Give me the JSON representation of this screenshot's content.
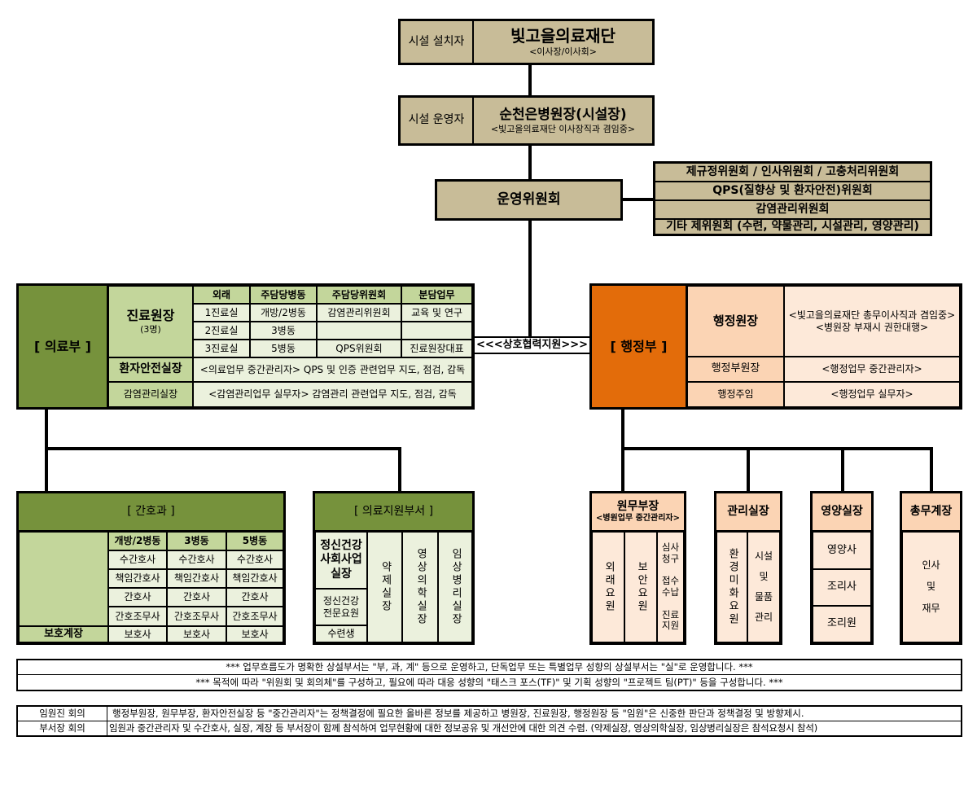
{
  "top": {
    "founder_label": "시설 설치자",
    "founder_name": "빛고을의료재단",
    "founder_sub": "<이사장/이사회>",
    "operator_label": "시설 운영자",
    "operator_name": "순천은병원장(시설장)",
    "operator_sub": "<빛고을의료재단 이사장직과 겸임중>",
    "committee": "운영위원회",
    "committees": [
      "제규정위원회 / 인사위원회 / 고충처리위원회",
      "QPS(질향상 및 환자안전)위원회",
      "감염관리위원회",
      "기타 제위원회 (수련, 약물관리, 시설관리, 영양관리)"
    ]
  },
  "medical": {
    "title": "[ 의료부 ]",
    "director": "진료원장",
    "director_count": "(3명)",
    "headers": [
      "외래",
      "주담당병동",
      "주담당위원회",
      "분담업무"
    ],
    "rows": [
      [
        "1진료실",
        "개방/2병동",
        "감염관리위원회",
        "교육 및 연구"
      ],
      [
        "2진료실",
        "3병동",
        "",
        ""
      ],
      [
        "3진료실",
        "5병동",
        "QPS위원회",
        "진료원장대표"
      ]
    ],
    "safety_title": "환자안전실장",
    "safety_desc": "<의료업무 중간관리자> QPS 및 인증 관련업무 지도, 점검, 감독",
    "infection_title": "감염관리실장",
    "infection_desc": "<감염관리업무 실무자> 감염관리 관련업무 지도, 점검, 감독"
  },
  "cooperation": "<<<상호협력지원>>>",
  "admin": {
    "title": "[ 행정부 ]",
    "director": "행정원장",
    "director_desc": "<빛고을의료재단 총무이사직과 겸임중>\n<병원장 부재시 권한대행>",
    "deputy": "행정부원장",
    "deputy_desc": "<행정업무 중간관리자>",
    "staff": "행정주임",
    "staff_desc": "<행정업무 실무자>"
  },
  "nursing": {
    "title": "[ 간호과 ]",
    "wards": [
      "개방/2병동",
      "3병동",
      "5병동"
    ],
    "rows": [
      [
        "수간호사",
        "수간호사",
        "수간호사"
      ],
      [
        "책임간호사",
        "책임간호사",
        "책임간호사"
      ],
      [
        "간호사",
        "간호사",
        "간호사"
      ],
      [
        "간호조무사",
        "간호조무사",
        "간호조무사"
      ],
      [
        "보호사",
        "보호사",
        "보호사"
      ]
    ],
    "guard_chief": "보호계장"
  },
  "support": {
    "title": "[ 의료지원부서 ]",
    "mental_office": "정신건강\n사회사업\n실장",
    "mental_staff": "정신건강\n전문요원",
    "trainee": "수련생",
    "pharmacy": "약제실장",
    "radiology": "영상의학실장",
    "clinical_lab": "임상병리실장"
  },
  "admin_depts": {
    "affairs": "원무부장",
    "affairs_sub": "<병원업무 중간관리자>",
    "affairs_cols": [
      "외래요원",
      "보안요원"
    ],
    "affairs_tasks": "심사\n청구\n\n접수\n수납\n\n진료\n지원",
    "management": "관리실장",
    "management_cols": [
      "환경미화요원"
    ],
    "management_tasks": "시설\n\n및\n\n물품\n\n관리",
    "nutrition": "영양실장",
    "nutrition_items": [
      "영양사",
      "조리사",
      "조리원"
    ],
    "general": "총무계장",
    "general_tasks": "인사\n\n및\n\n재무"
  },
  "notes": [
    "*** 업무흐름도가 명확한 상설부서는 \"부, 과, 계\" 등으로 운영하고, 단독업무 또는 특별업무 성향의 상설부서는 \"실\"로 운영합니다. ***",
    "*** 목적에 따라 \"위원회 및 회의체\"를 구성하고, 필요에 따라 대응 성향의 \"태스크 포스(TF)\" 및 기획 성향의 \"프로젝트 팀(PT)\" 등을 구성합니다. ***"
  ],
  "meetings": [
    {
      "name": "임원진 회의",
      "desc": "행정부원장, 원무부장, 환자안전실장 등 \"중간관리자\"는 정책결정에 필요한 올바른 정보를 제공하고 병원장, 진료원장, 행정원장 등 \"임원\"은 신중한 판단과 정책결정 및 방향제시."
    },
    {
      "name": "부서장 회의",
      "desc": "임원과 중간관리자 및 수간호사, 실장, 계장 등 부서장이 함께 참석하여 업무현황에 대한 정보공유 및 개선안에 대한 의견 수렴. (약제실장, 영상의학실장, 임상병리실장은 참석요청시 참석)"
    }
  ],
  "colors": {
    "tan": "#c8bc98",
    "dark_green": "#76923c",
    "light_green": "#c3d69b",
    "pale_green": "#ebf1dd",
    "orange": "#e36c0a",
    "peach": "#fbd4b4",
    "light_peach": "#fde9d9"
  }
}
